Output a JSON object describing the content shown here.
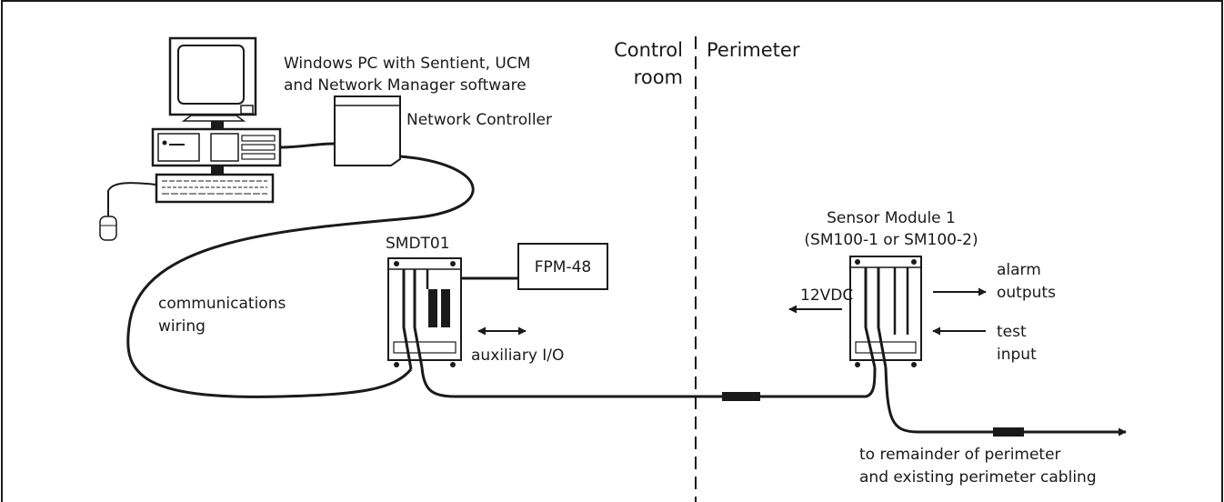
{
  "labels": {
    "pc_line1": "Windows PC with Sentient, UCM",
    "pc_line2": "and Network Manager software",
    "network_controller": "Network Controller",
    "zone_control_line1": "Control",
    "zone_control_line2": "room",
    "zone_perimeter": "Perimeter",
    "smdt": "SMDT01",
    "fpm": "FPM-48",
    "comms_line1": "communications",
    "comms_line2": "wiring",
    "aux": "auxiliary I/O",
    "sensor_line1": "Sensor Module 1",
    "sensor_line2": "(SM100-1 or SM100-2)",
    "vdc": "12VDC",
    "alarm_line1": "alarm",
    "alarm_line2": "outputs",
    "test_line1": "test",
    "test_line2": "input",
    "remainder_line1": "to remainder of perimeter",
    "remainder_line2": "and existing perimeter cabling"
  },
  "colors": {
    "ink": "#1a1a1a",
    "background": "#ffffff"
  }
}
